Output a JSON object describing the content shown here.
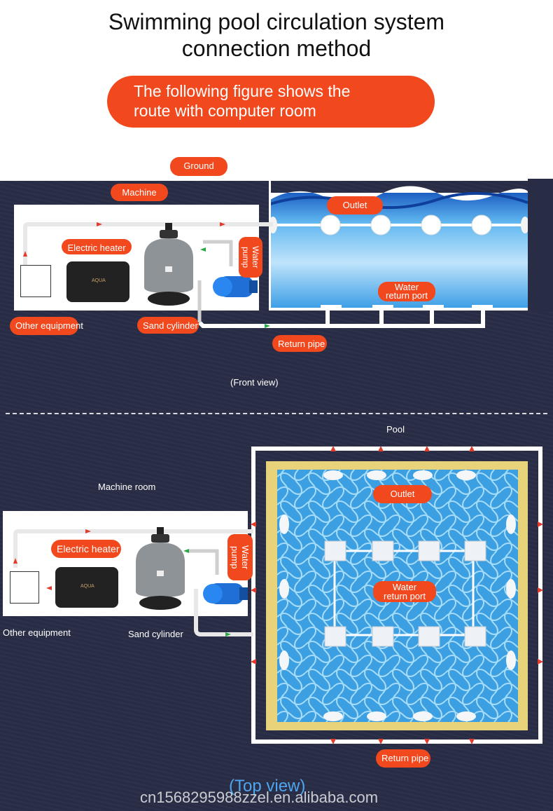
{
  "title_line1": "Swimming pool circulation system",
  "title_line2": "connection method",
  "banner_line1": "The following figure shows the",
  "banner_line2": "route with computer room",
  "front": {
    "ground": "Ground",
    "machine": "Machine",
    "outlet": "Outlet",
    "electric_heater": "Electric heater",
    "water_pump": "Water pump",
    "water_return_line1": "Water",
    "water_return_line2": "return port",
    "other_equipment": "Other equipment",
    "sand_cylinder": "Sand cylinder",
    "return_pipe": "Return pipe",
    "view_label": "(Front view)"
  },
  "top": {
    "pool": "Pool",
    "machine_room": "Machine room",
    "electric_heater": "Electric heater",
    "water_pump": "Water pump",
    "outlet": "Outlet",
    "water_return_line1": "Water",
    "water_return_line2": "return port",
    "other_equipment": "Other equipment",
    "sand_cylinder": "Sand cylinder",
    "return_pipe": "Return pipe",
    "view_label": "(Top view)"
  },
  "heater_brand": "AQUA",
  "watermark": "cn1568295988zzel.en.alibaba.com",
  "colors": {
    "accent": "#f2481e",
    "background_dark": "#282c45",
    "water": "#4aa8e6",
    "pipe": "#ffffff",
    "arrow": "#e23b2b",
    "arrow_green": "#2aa845"
  }
}
